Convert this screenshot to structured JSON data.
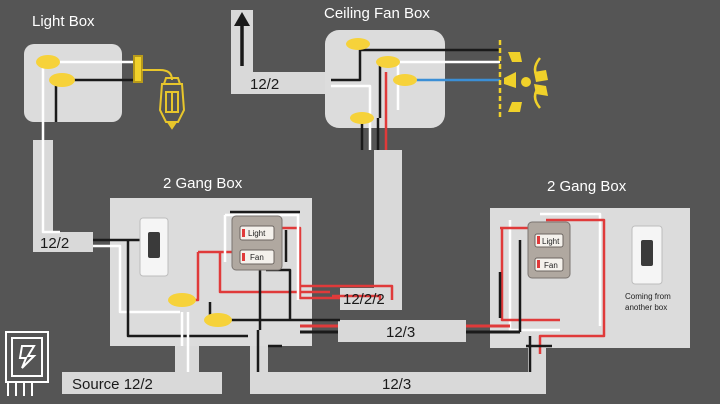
{
  "colors": {
    "background": "#555555",
    "box": "#dcdcdc",
    "cable": "#d9d9d9",
    "hot_wire": "#e03a3a",
    "neutral_wire": "#ffffff",
    "ground_wire": "#1a1a1a",
    "traveler_wire": "#3b8fd6",
    "wire_nut": "#f6d23a",
    "fixture": "#f0d12a",
    "label_text": "#ffffff",
    "cable_text": "#1a1a1a"
  },
  "boxes": {
    "light_box": "Light Box",
    "ceiling_fan_box": "Ceiling Fan Box",
    "gang_box_left": "2 Gang Box",
    "gang_box_right": "2 Gang Box"
  },
  "cables": {
    "fan_out": "12/2",
    "light_to_gang": "12/2",
    "fan_to_gang": "12/2/2",
    "gang_to_gang": "12/3",
    "bottom_run": "12/3",
    "source": "Source 12/2"
  },
  "switches": {
    "left_light": "Light",
    "left_fan": "Fan",
    "right_light": "Light",
    "right_fan": "Fan"
  },
  "notes": {
    "coming_from": "Coming from",
    "another_box": "another box"
  },
  "icons": {
    "up_arrow": "up-arrow-icon",
    "wall_lantern": "wall-lantern-icon",
    "ceiling_fan": "ceiling-fan-icon",
    "electrical_panel": "electrical-panel-icon",
    "toggle_switch": "toggle-switch-icon"
  }
}
